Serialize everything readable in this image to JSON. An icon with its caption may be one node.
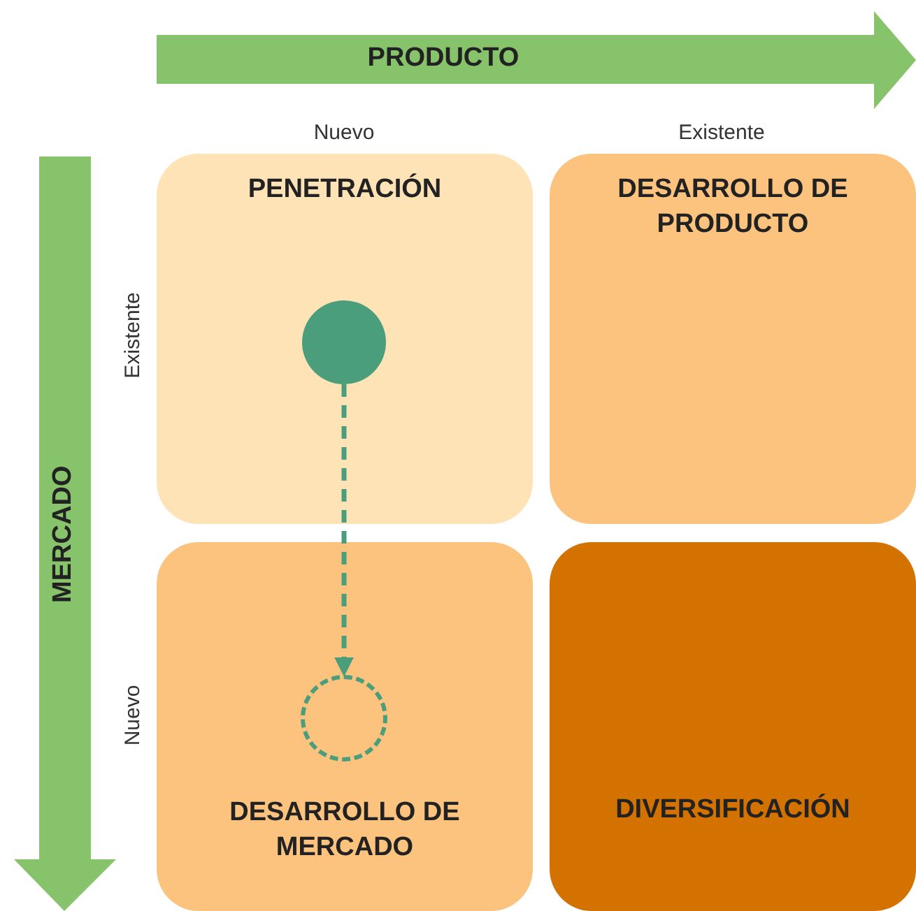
{
  "diagram": {
    "nodes": [
      {
        "text": [
          "PRODUCTO"
        ]
      },
      {
        "text": [
          "MERCADO"
        ]
      },
      {
        "text": [
          "PENETRACIÓN"
        ]
      },
      {
        "text": [],
        "shape": "circle",
        "in": 2
      },
      {
        "text": [
          "DESARROLLO DE PRODUCTO"
        ]
      },
      {
        "text": [
          "DESARROLLO DE MERCADO"
        ]
      },
      {
        "text": [],
        "shape": "circle",
        "in": 5
      },
      {
        "text": [
          "DIVERSIFICACIÓN"
        ]
      }
    ],
    "edges": [
      {
        "from": 3,
        "to": 6,
        "arrow": "to",
        "style": "dashed"
      }
    ],
    "labels": [
      "Nuevo",
      "Existente",
      "Existente",
      "Nuevo"
    ]
  }
}
